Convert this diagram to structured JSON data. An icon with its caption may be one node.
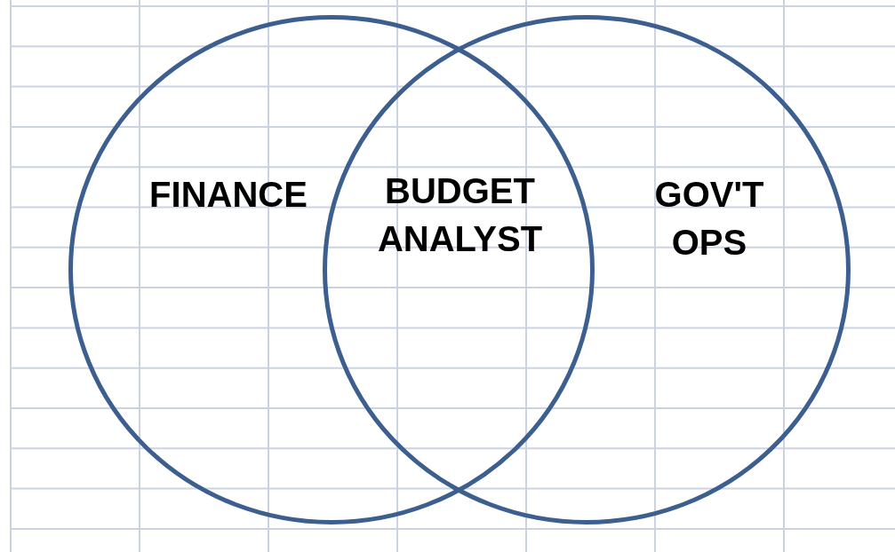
{
  "diagram": {
    "nodes": [
      {
        "text": [
          "FINANCE"
        ]
      },
      {
        "text": [
          "GOV'T OPS"
        ]
      }
    ],
    "labels": [
      "BUDGET ANALYST"
    ]
  }
}
